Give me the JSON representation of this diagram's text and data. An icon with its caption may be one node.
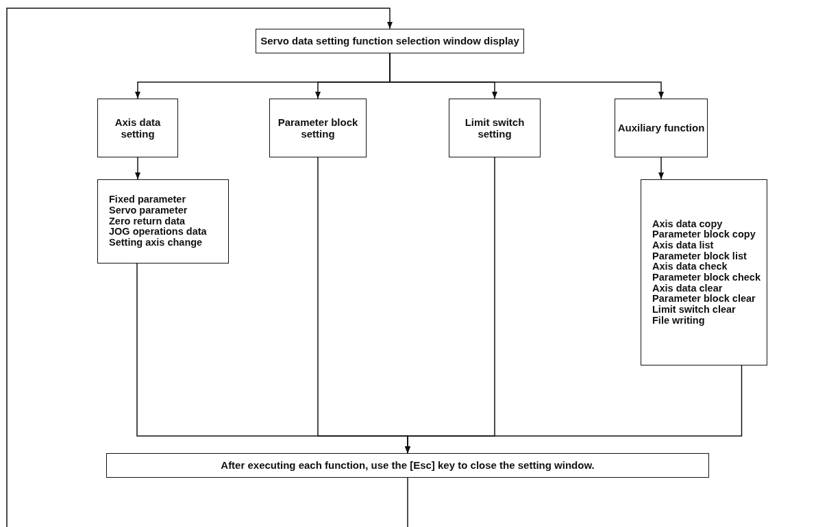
{
  "diagram": {
    "nodes": [
      {
        "text": [
          "Servo data setting function selection window display"
        ]
      },
      {
        "text": [
          "Axis data setting"
        ]
      },
      {
        "text": [
          "Parameter block setting"
        ]
      },
      {
        "text": [
          "Limit switch setting"
        ]
      },
      {
        "text": [
          "Auxiliary function"
        ]
      },
      {
        "text": [
          "Fixed parameter",
          "Servo parameter",
          "Zero return data",
          "JOG operations data",
          "Setting axis change"
        ]
      },
      {
        "text": [
          "Axis data copy",
          "Parameter block copy",
          "Axis data list",
          "Parameter block list",
          "Axis data check",
          "Parameter block check",
          "Axis data clear",
          "Parameter block clear",
          "Limit switch clear",
          "File writing"
        ]
      },
      {
        "text": [
          "After executing each function, use the [Esc] key to close the setting window."
        ]
      }
    ],
    "edges": [
      {
        "from": null,
        "to": 0,
        "arrow": "to"
      },
      {
        "from": 0,
        "to": 1,
        "arrow": "to"
      },
      {
        "from": 0,
        "to": 2,
        "arrow": "to"
      },
      {
        "from": 0,
        "to": 3,
        "arrow": "to"
      },
      {
        "from": 0,
        "to": 4,
        "arrow": "to"
      },
      {
        "from": 1,
        "to": 5,
        "arrow": "to"
      },
      {
        "from": 4,
        "to": 6,
        "arrow": "to"
      },
      {
        "from": 5,
        "to": 7,
        "arrow": "to"
      },
      {
        "from": 2,
        "to": 7,
        "arrow": "to"
      },
      {
        "from": 3,
        "to": 7,
        "arrow": "to"
      },
      {
        "from": 6,
        "to": 7,
        "arrow": "to"
      },
      {
        "from": 7,
        "to": null,
        "arrow": "none"
      }
    ]
  }
}
